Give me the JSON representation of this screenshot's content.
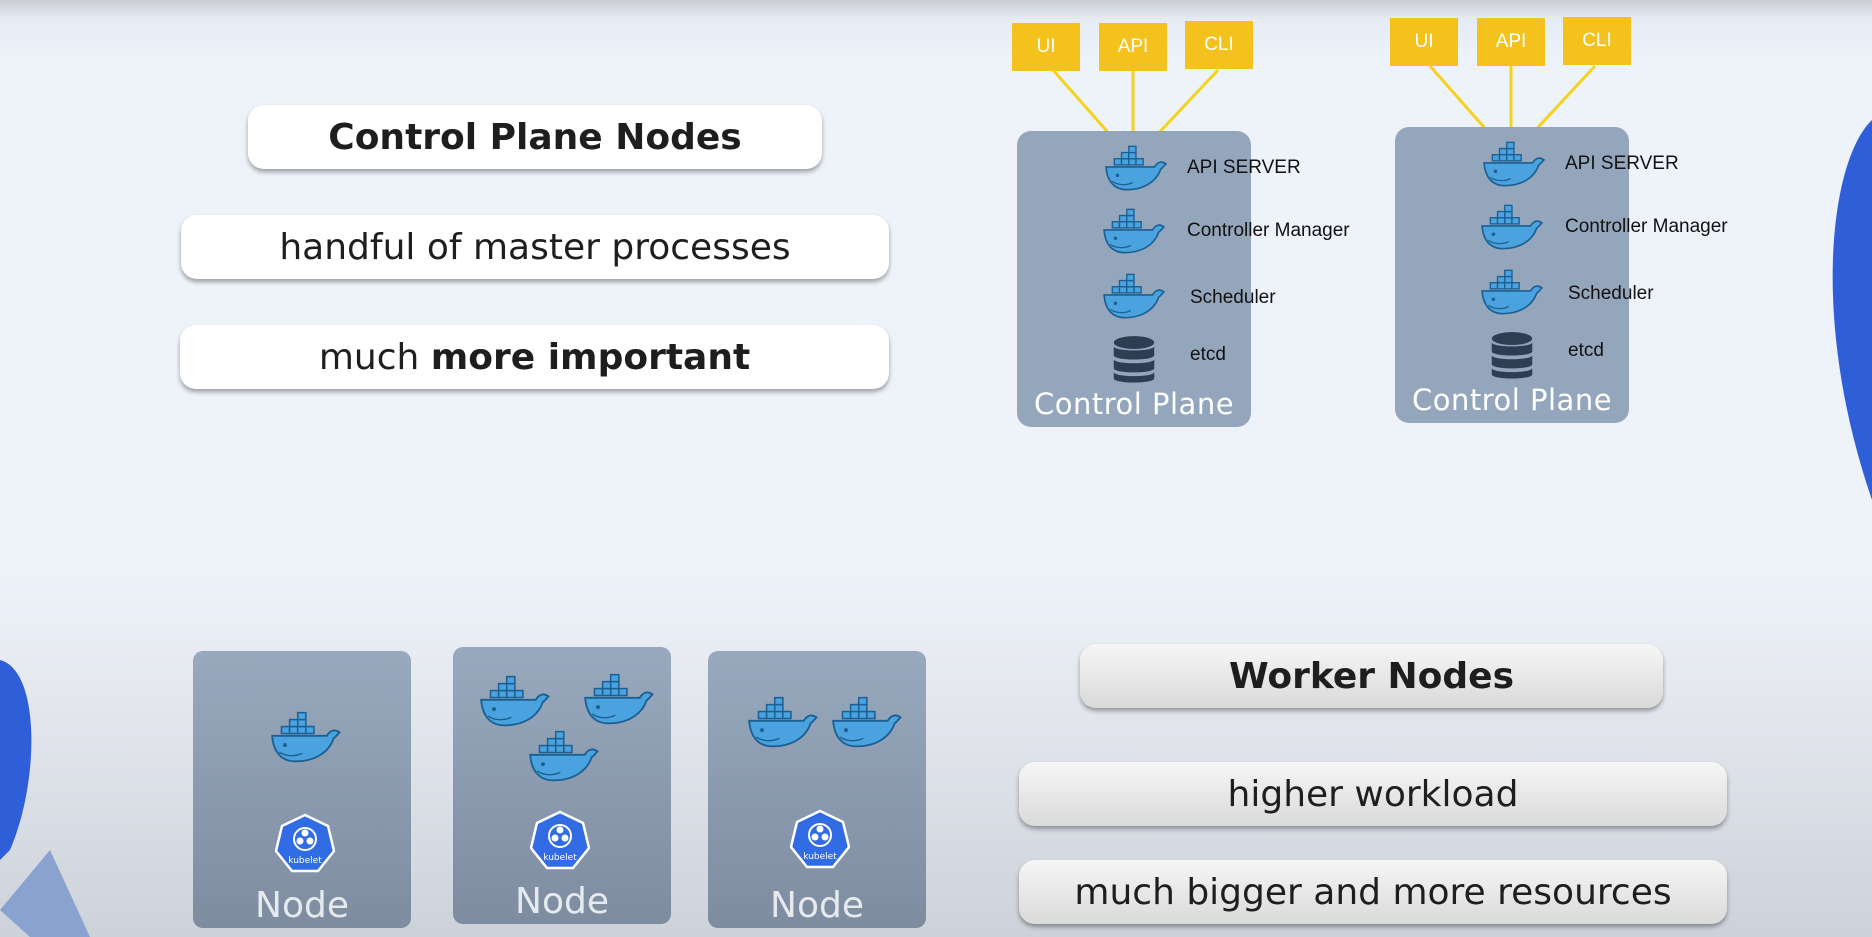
{
  "control_plane_nodes": {
    "title": "Control Plane Nodes",
    "point1": "handful of master processes",
    "point2_prefix": "much ",
    "point2_bold": "more important"
  },
  "worker_nodes": {
    "title": "Worker Nodes",
    "point1": "higher workload",
    "point2": "much bigger and more resources"
  },
  "control_planes": [
    {
      "clients": [
        "UI",
        "API",
        "CLI"
      ],
      "processes": [
        "API SERVER",
        "Controller Manager",
        "Scheduler",
        "etcd"
      ],
      "label": "Control Plane"
    },
    {
      "clients": [
        "UI",
        "API",
        "CLI"
      ],
      "processes": [
        "API SERVER",
        "Controller Manager",
        "Scheduler",
        "etcd"
      ],
      "label": "Control Plane"
    }
  ],
  "nodes": [
    {
      "label": "Node",
      "container_count": 1,
      "agent": "kubelet"
    },
    {
      "label": "Node",
      "container_count": 3,
      "agent": "kubelet"
    },
    {
      "label": "Node",
      "container_count": 2,
      "agent": "kubelet"
    }
  ],
  "colors": {
    "client_tag": "#f4c21d",
    "connector": "#f4d21d",
    "box": "#94a6bb",
    "docker_blue": "#4aa3de",
    "kubelet_blue": "#326ce5",
    "accent_blob": "#2f5fd8"
  },
  "icons": [
    "docker-whale-icon",
    "database-icon",
    "kubelet-icon"
  ]
}
